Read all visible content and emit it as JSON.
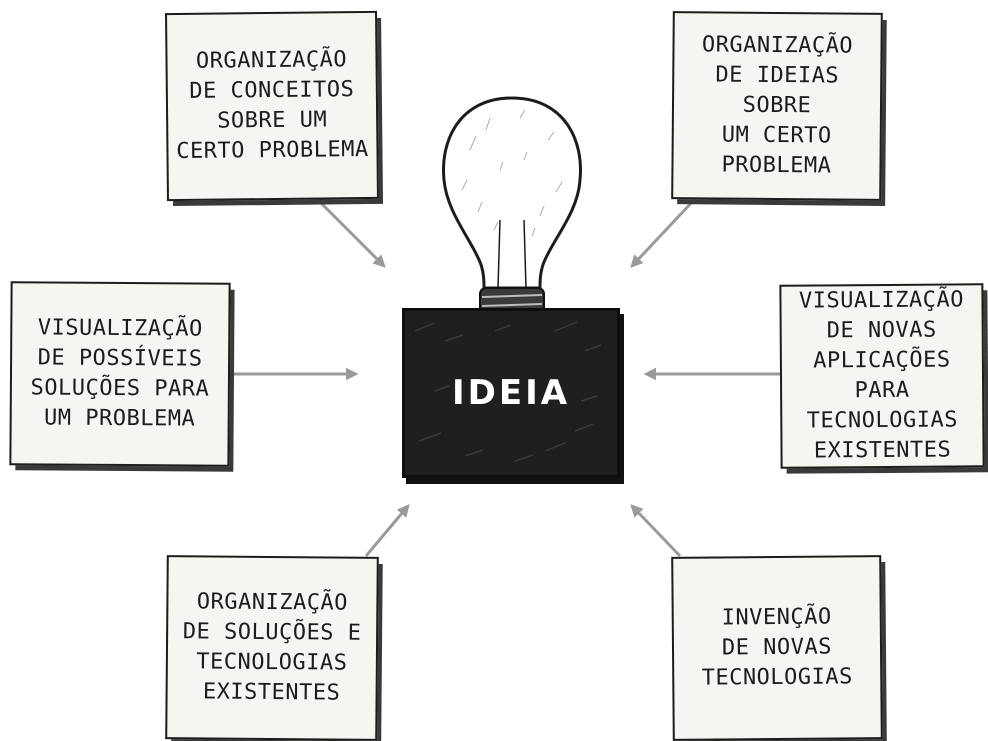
{
  "center": {
    "label": "IDEIA"
  },
  "notes": [
    {
      "id": "organizacao-conceitos",
      "text": "ORGANIZAÇÃO\nDE CONCEITOS\nSOBRE UM\nCERTO PROBLEMA"
    },
    {
      "id": "organizacao-ideias",
      "text": "ORGANIZAÇÃO\nDE IDEIAS SOBRE\nUM CERTO\nPROBLEMA"
    },
    {
      "id": "visualizacao-solucoes",
      "text": "VISUALIZAÇÃO\nDE POSSÍVEIS\nSOLUÇÕES PARA\nUM PROBLEMA"
    },
    {
      "id": "visualizacao-aplicacoes",
      "text": "VISUALIZAÇÃO\nDE NOVAS\nAPLICAÇÕES PARA\nTECNOLOGIAS\nEXISTENTES"
    },
    {
      "id": "organizacao-solucoes",
      "text": "ORGANIZAÇÃO\nDE SOLUÇÕES E\nTECNOLOGIAS\nEXISTENTES"
    },
    {
      "id": "invencao-tecnologias",
      "text": "INVENÇÃO\nDE NOVAS\nTECNOLOGIAS"
    }
  ],
  "colors": {
    "arrow": "#9a9a9a",
    "board": "#1f1f1f",
    "note_bg": "#f6f5f2",
    "ink": "#1c1c1c"
  },
  "icons": {
    "bulb": "light-bulb-icon"
  }
}
